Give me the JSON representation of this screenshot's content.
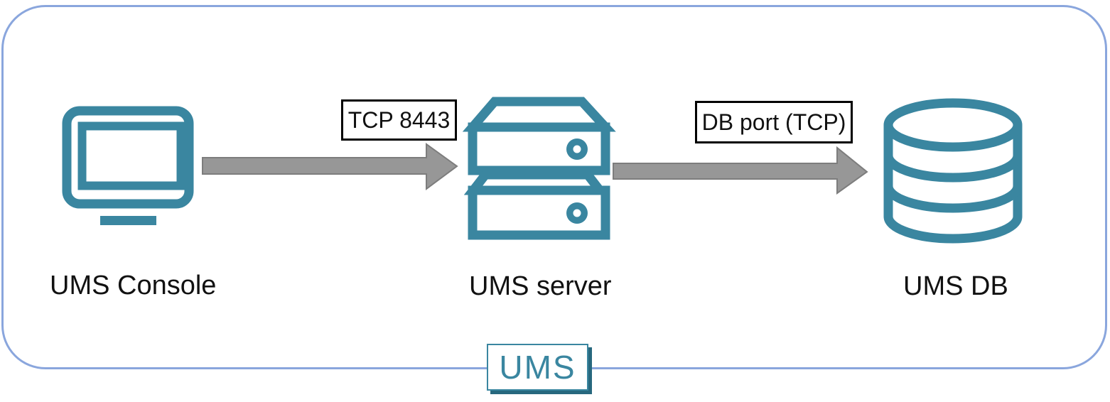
{
  "diagram": {
    "nodes": [
      {
        "id": "console",
        "label": "UMS Console",
        "icon": "monitor-icon"
      },
      {
        "id": "server",
        "label": "UMS server",
        "icon": "server-icon"
      },
      {
        "id": "db",
        "label": "UMS DB",
        "icon": "database-icon"
      }
    ],
    "connections": [
      {
        "from": "console",
        "to": "server",
        "label": "TCP 8443"
      },
      {
        "from": "server",
        "to": "db",
        "label": "DB port (TCP)"
      }
    ],
    "badge": {
      "label": "UMS"
    },
    "colors": {
      "icon_teal": "#3a86a0",
      "frame_blue": "#8aa6dd",
      "arrow_fill": "#979797",
      "arrow_stroke": "#7d7d7d",
      "label_text": "#111111",
      "badge_shadow": "#27687e"
    }
  }
}
